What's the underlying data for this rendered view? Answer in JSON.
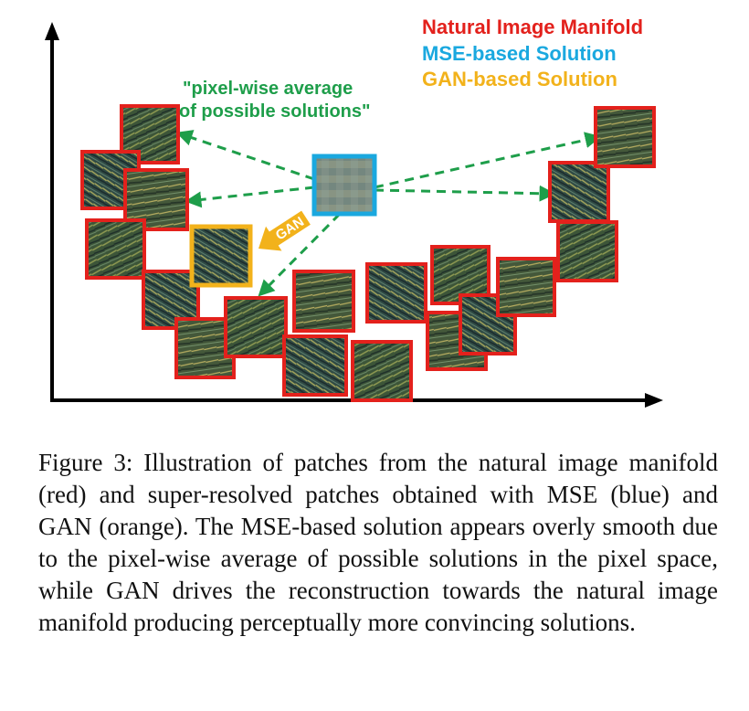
{
  "figure": {
    "legend": {
      "natural": {
        "label": "Natural Image Manifold",
        "color": "#e3211c"
      },
      "mse": {
        "label": "MSE-based Solution",
        "color": "#1aa8df"
      },
      "gan": {
        "label": "GAN-based Solution",
        "color": "#f2b21b"
      }
    },
    "annotation": {
      "line1": "\"pixel-wise average",
      "line2": "of possible solutions\"",
      "color": "#1e9e4a"
    },
    "gan_arrow_label": "GAN",
    "colors": {
      "axis": "#000000",
      "patch_frame": "#e3211c",
      "mse_frame": "#1aa8df",
      "gan_frame": "#f2b21b",
      "dashed": "#1e9e4a"
    }
  },
  "caption": "Figure 3: Illustration of patches from the natural image manifold (red) and super-resolved patches obtained with MSE (blue) and GAN (orange). The MSE-based solution appears overly smooth due to the pixel-wise average of possible solutions in the pixel space, while GAN drives the reconstruction towards the natural image manifold producing perceptually more convincing solutions."
}
